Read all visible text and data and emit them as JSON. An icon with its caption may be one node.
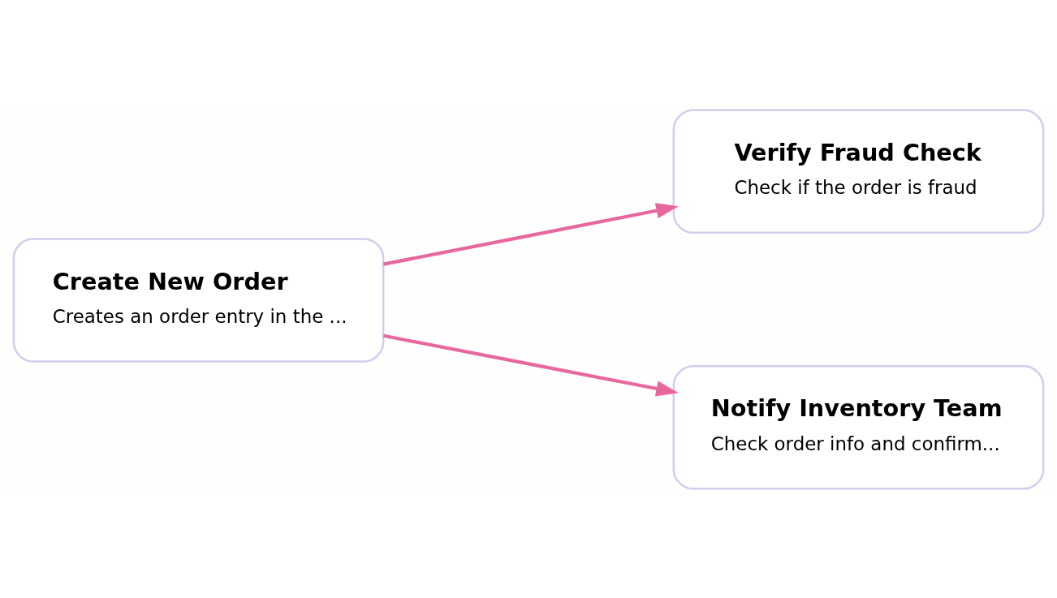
{
  "diagram": {
    "nodes": [
      {
        "text": [
          "Create New Order",
          "Creates an order entry in the ..."
        ]
      },
      {
        "text": [
          "Verify Fraud Check",
          "Check if the order is fraud"
        ]
      },
      {
        "text": [
          "Notify Inventory Team",
          "Check order info and confirm..."
        ]
      }
    ],
    "edges": [
      {
        "from": 0,
        "to": 1,
        "arrow": "to"
      },
      {
        "from": 0,
        "to": 2,
        "arrow": "to"
      }
    ]
  }
}
